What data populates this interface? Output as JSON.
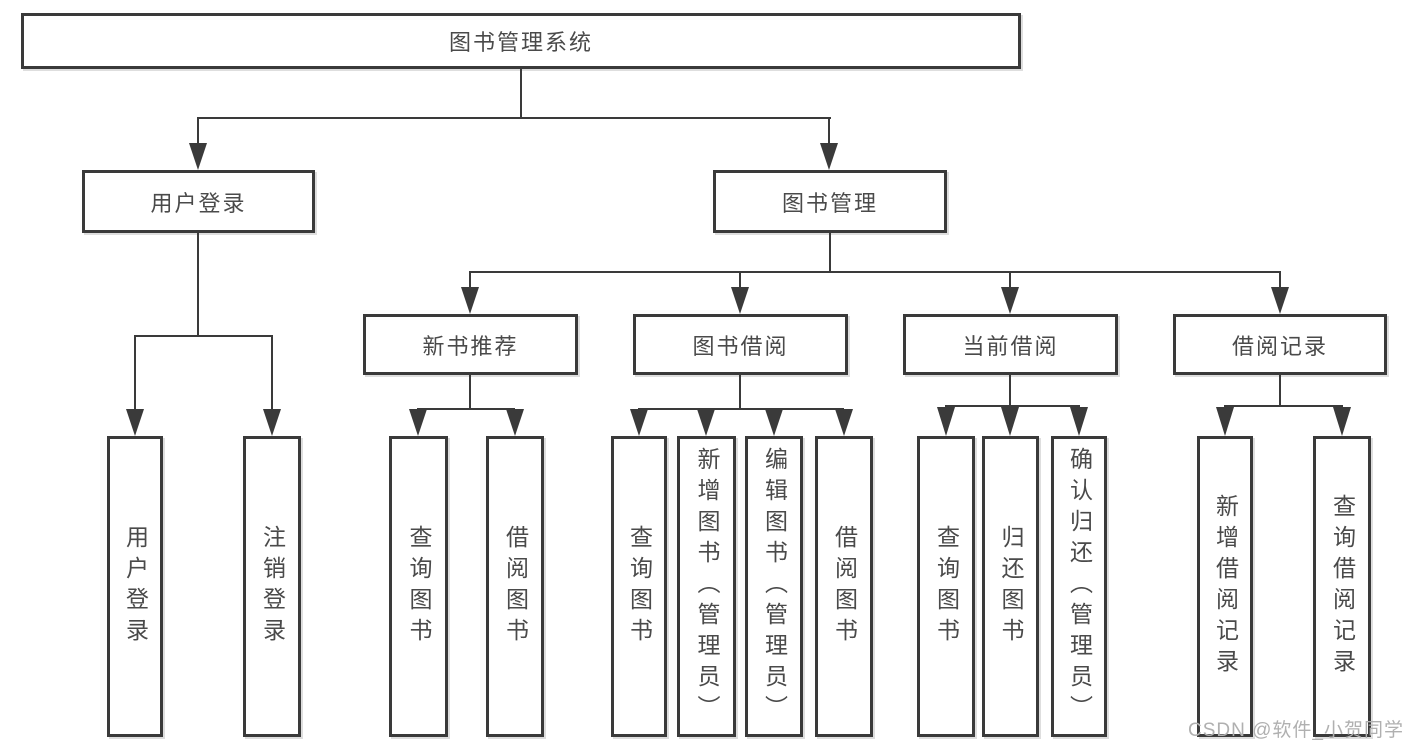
{
  "colors": {
    "line": "#3a3a3a",
    "text": "#4a4a4a",
    "box_background": "#ffffff",
    "page_background": "#ffffff",
    "watermark": "#b0b0b0"
  },
  "diagram": {
    "title": "图书管理系统",
    "user_login": {
      "label": "用户登录",
      "children": [
        "用户登录",
        "注销登录"
      ]
    },
    "book_management": {
      "label": "图书管理",
      "sections": [
        {
          "label": "新书推荐",
          "children": [
            "查询图书",
            "借阅图书"
          ]
        },
        {
          "label": "图书借阅",
          "children": [
            "查询图书",
            "新增图书（管理员）",
            "编辑图书（管理员）",
            "借阅图书"
          ]
        },
        {
          "label": "当前借阅",
          "children": [
            "查询图书",
            "归还图书",
            "确认归还（管理员）"
          ]
        },
        {
          "label": "借阅记录",
          "children": [
            "新增借阅记录",
            "查询借阅记录"
          ]
        }
      ]
    }
  },
  "watermark": "CSDN @软件_小贺同学"
}
